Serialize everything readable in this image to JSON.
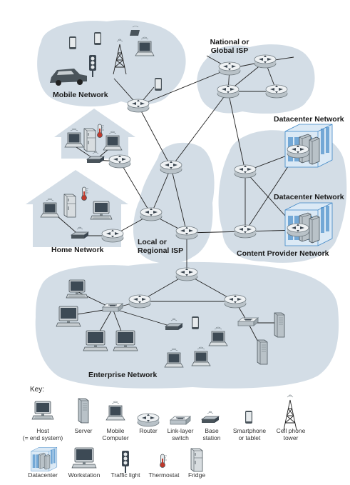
{
  "regions": {
    "mobile": "Mobile Network",
    "national_isp": [
      "National or",
      "Global ISP"
    ],
    "datacenter_1": "Datacenter Network",
    "datacenter_2": "Datacenter Network",
    "home": "Home Network",
    "local_isp": [
      "Local or",
      "Regional ISP"
    ],
    "content_provider": "Content Provider Network",
    "enterprise": "Enterprise Network"
  },
  "key": {
    "title": "Key:",
    "row1": [
      {
        "icon": "host-icon",
        "lines": [
          "Host",
          "(= end system)"
        ]
      },
      {
        "icon": "server-icon",
        "lines": [
          "Server"
        ]
      },
      {
        "icon": "mobile-computer-icon",
        "lines": [
          "Mobile",
          "Computer"
        ]
      },
      {
        "icon": "router-icon",
        "lines": [
          "Router"
        ]
      },
      {
        "icon": "link-layer-switch-icon",
        "lines": [
          "Link-layer",
          "switch"
        ]
      },
      {
        "icon": "base-station-icon",
        "lines": [
          "Base",
          "station"
        ]
      },
      {
        "icon": "smartphone-icon",
        "lines": [
          "Smartphone",
          "or tablet"
        ]
      },
      {
        "icon": "cell-phone-tower-icon",
        "lines": [
          "Cell phone",
          "tower"
        ]
      }
    ],
    "row2": [
      {
        "icon": "datacenter-icon",
        "lines": [
          "Datacenter"
        ]
      },
      {
        "icon": "workstation-icon",
        "lines": [
          "Workstation"
        ]
      },
      {
        "icon": "traffic-light-icon",
        "lines": [
          "Traffic light"
        ]
      },
      {
        "icon": "thermostat-icon",
        "lines": [
          "Thermostat"
        ]
      },
      {
        "icon": "fridge-icon",
        "lines": [
          "Fridge"
        ]
      }
    ]
  },
  "colors": {
    "cloud": "#d3dde6",
    "router_fill": "#e8ecee",
    "router_stroke": "#6f7a80",
    "link": "#222222",
    "screen": "#3d4a55",
    "datacenter_blue": "#3d86c6"
  }
}
